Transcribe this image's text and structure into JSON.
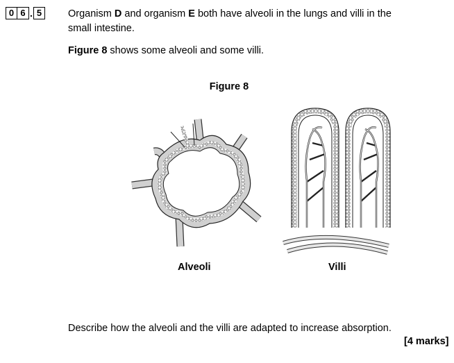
{
  "question": {
    "number_boxes": [
      "0",
      "6",
      "5"
    ],
    "separator": ".",
    "intro_prefix": "Organism ",
    "organism_d": "D",
    "intro_middle": " and organism ",
    "organism_e": "E",
    "intro_suffix": " both have alveoli in the lungs and villi in the",
    "intro_line2": "small intestine.",
    "figure_ref": "Figure 8",
    "figure_ref_suffix": " shows some alveoli and some villi.",
    "prompt": "Describe how the alveoli and the villi are adapted to increase absorption.",
    "marks": "[4 marks]"
  },
  "figure": {
    "title": "Figure 8",
    "left_label": "Alveoli",
    "right_label": "Villi"
  }
}
